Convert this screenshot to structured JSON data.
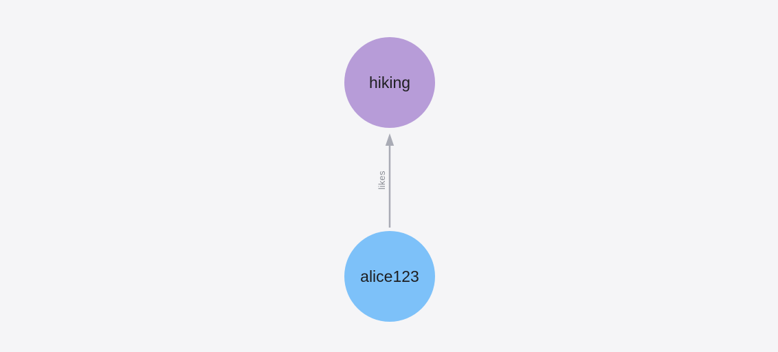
{
  "canvas": {
    "background": "#f5f5f7"
  },
  "graph": {
    "nodes": [
      {
        "id": "hiking",
        "label": "hiking",
        "color": "#b79cd8",
        "text_color": "#1d1d1f"
      },
      {
        "id": "alice123",
        "label": "alice123",
        "color": "#7dc1f9",
        "text_color": "#1d1d1f"
      }
    ],
    "edges": [
      {
        "from": "alice123",
        "to": "hiking",
        "label": "likes",
        "color": "#a9abb5",
        "label_color": "#8b8e96"
      }
    ]
  }
}
